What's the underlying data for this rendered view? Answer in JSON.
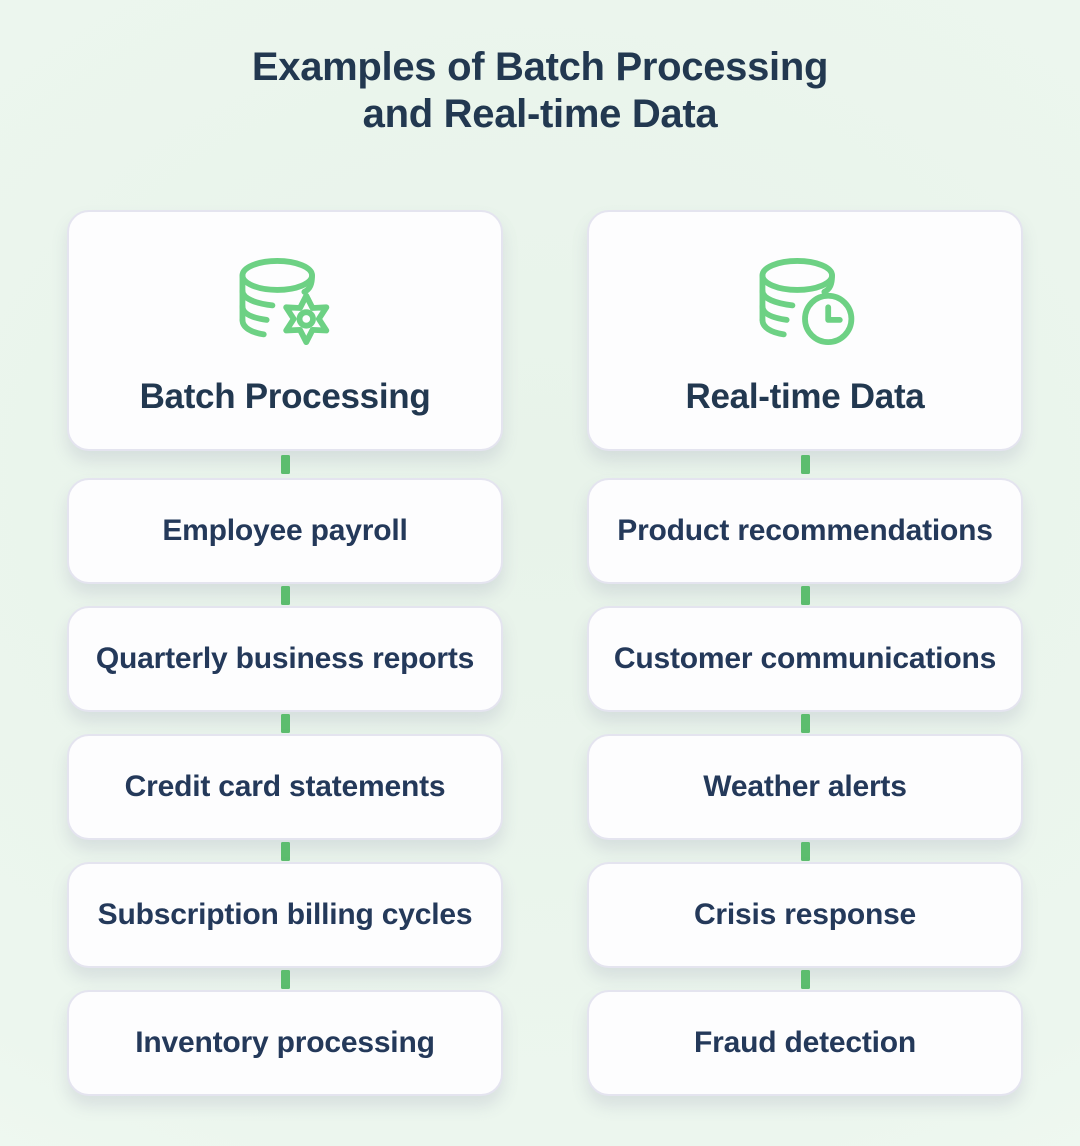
{
  "title": {
    "line1": "Examples of Batch Processing",
    "line2": "and Real-time Data"
  },
  "columns": [
    {
      "id": "batch-processing",
      "header": {
        "label": "Batch Processing",
        "icon": "database-gear-icon"
      },
      "items": [
        "Employee payroll",
        "Quarterly business reports",
        "Credit card statements",
        "Subscription billing cycles",
        "Inventory processing"
      ]
    },
    {
      "id": "real-time-data",
      "header": {
        "label": "Real-time Data",
        "icon": "database-clock-icon"
      },
      "items": [
        "Product recommendations",
        "Customer communications",
        "Weather alerts",
        "Crisis response",
        "Fraud detection"
      ]
    }
  ],
  "colors": {
    "background": "#e8f3ea",
    "card": "#fdfdfe",
    "card_border": "#e4e4ef",
    "title_text": "#223850",
    "item_text": "#24395a",
    "icon_green": "#6dd184",
    "connector_green": "#5cbd6e"
  }
}
